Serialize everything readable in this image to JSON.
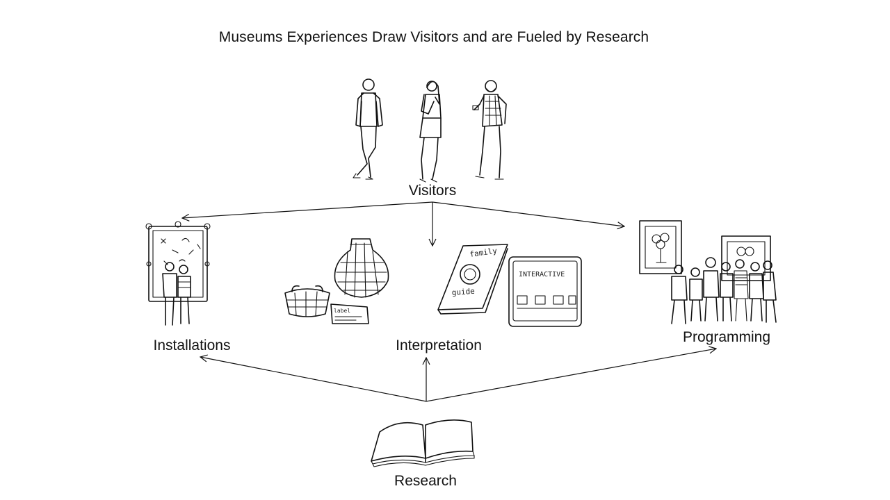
{
  "title": "Museums Experiences Draw Visitors and are Fueled by Research",
  "nodes": {
    "visitors": "Visitors",
    "installations": "Installations",
    "interpretation": "Interpretation",
    "programming": "Programming",
    "research": "Research"
  },
  "sketch_text": {
    "guide_family": "family",
    "guide_guide": "guide",
    "label_card": "label",
    "interactive_screen": "INTERACTIVE"
  }
}
